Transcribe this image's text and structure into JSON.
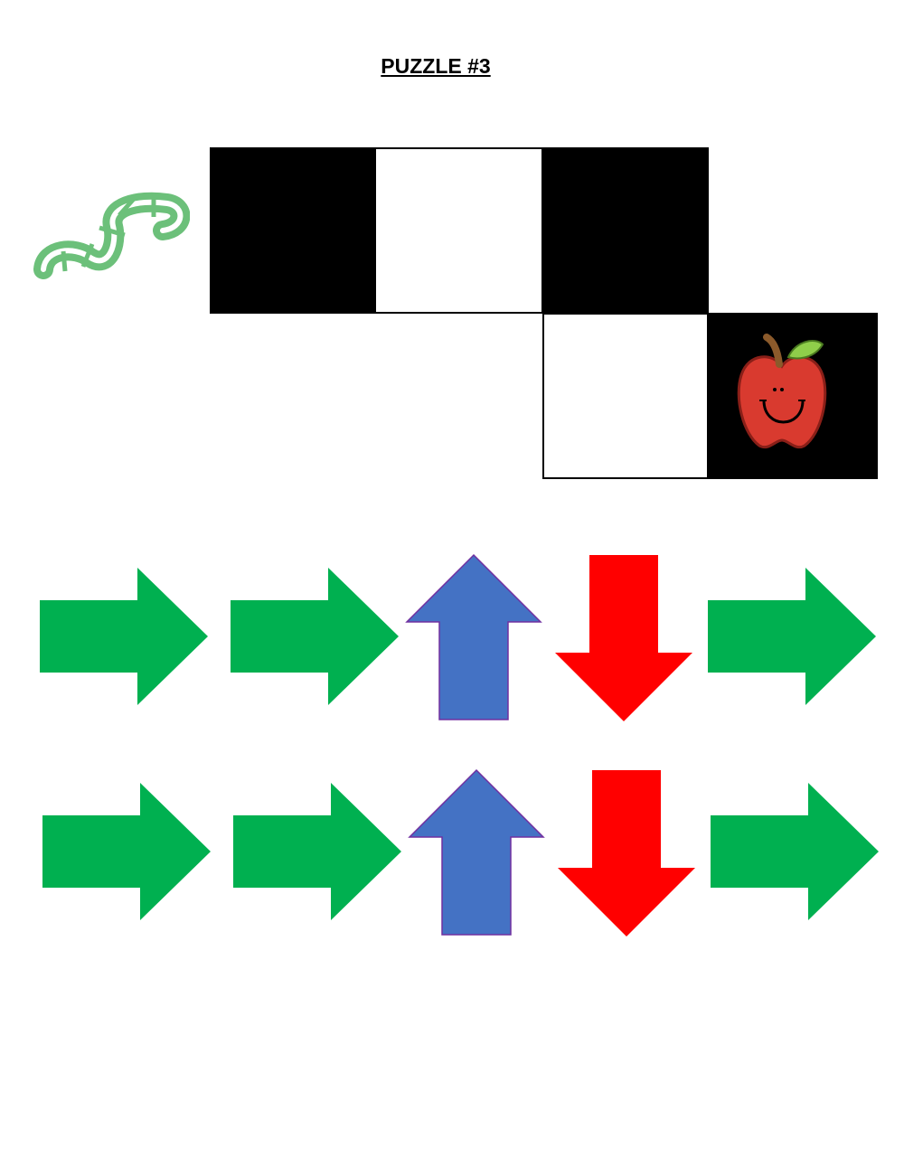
{
  "title": "PUZZLE #3",
  "colors": {
    "dark_cell": "#000000",
    "light_cell": "#ffffff",
    "right_arrow": "#00b050",
    "up_arrow": "#4472c4",
    "up_arrow_border": "#7030a0",
    "down_arrow": "#ff0000",
    "worm": "#6cc07a",
    "apple": "#d93a2f"
  },
  "board": {
    "cells": [
      {
        "row": 0,
        "col": 0,
        "shade": "dark"
      },
      {
        "row": 0,
        "col": 1,
        "shade": "light"
      },
      {
        "row": 0,
        "col": 2,
        "shade": "dark"
      },
      {
        "row": 1,
        "col": 2,
        "shade": "light"
      },
      {
        "row": 1,
        "col": 3,
        "shade": "dark",
        "content": "apple-icon"
      }
    ],
    "start": "worm-icon",
    "goal": "apple-icon"
  },
  "answer_rows": [
    [
      "right",
      "right",
      "up",
      "down",
      "right"
    ],
    [
      "right",
      "right",
      "up",
      "down",
      "right"
    ]
  ]
}
